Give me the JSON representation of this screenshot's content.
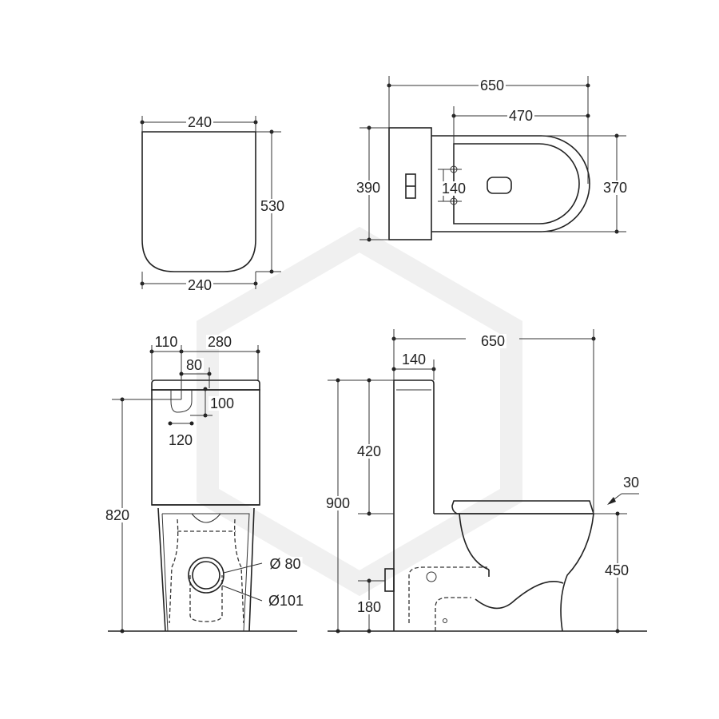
{
  "title": "Toilet suite dimension drawing",
  "views": {
    "cistern_lid": {
      "top_width": "240",
      "depth": "530",
      "bottom_width": "240"
    },
    "plan": {
      "overall_length": "650",
      "bowl_length": "470",
      "overall_width": "390",
      "bowl_width": "370",
      "fixing_holes": "140"
    },
    "front": {
      "left_offset": "110",
      "right_width": "280",
      "inlet_offset": "80",
      "inlet_height": "100",
      "inlet_width": "120",
      "cistern_height": "820",
      "outlet_inner": "Ø 80",
      "outlet_outer": "Ø101"
    },
    "side": {
      "overall_length": "650",
      "cistern_depth": "140",
      "overall_height": "900",
      "cistern_height": "420",
      "seat_thickness": "30",
      "seat_height": "450",
      "inlet_height": "180"
    }
  },
  "colors": {
    "line": "#222222",
    "watermark": "#f2f2f2"
  }
}
